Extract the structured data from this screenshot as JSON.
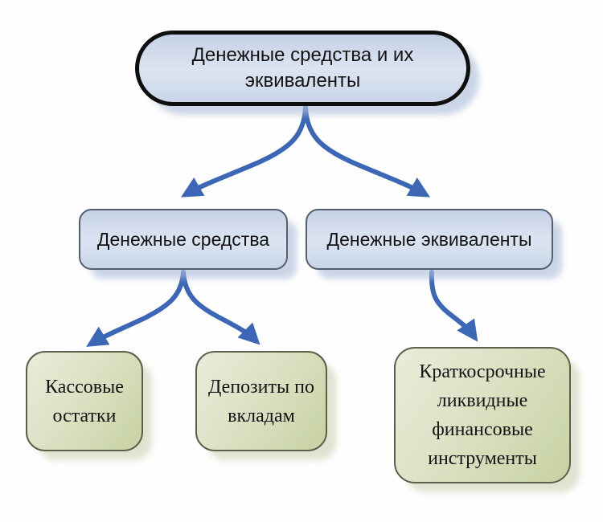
{
  "diagram": {
    "type": "flowchart",
    "language": "ru",
    "nodes": {
      "root": {
        "label": "Денежные средства и их эквиваленты",
        "level": 1,
        "shape": "stadium",
        "fill": "blue"
      },
      "cash": {
        "label": "Денежные средства",
        "level": 2,
        "shape": "rounded-rect",
        "fill": "blue"
      },
      "equivalents": {
        "label": "Денежные эквиваленты",
        "level": 2,
        "shape": "rounded-rect",
        "fill": "blue"
      },
      "cash_balances": {
        "label": "Кассовые остатки",
        "level": 3,
        "shape": "rounded-rect",
        "fill": "green"
      },
      "deposits": {
        "label": "Депозиты по вкладам",
        "level": 3,
        "shape": "rounded-rect",
        "fill": "green"
      },
      "short_term_instruments": {
        "label": "Краткосрочные ликвидные финансовые инструменты",
        "level": 3,
        "shape": "rounded-rect",
        "fill": "green"
      }
    },
    "edges": [
      {
        "from": "root",
        "to": "cash"
      },
      {
        "from": "root",
        "to": "equivalents"
      },
      {
        "from": "cash",
        "to": "cash_balances"
      },
      {
        "from": "cash",
        "to": "deposits"
      },
      {
        "from": "equivalents",
        "to": "short_term_instruments"
      }
    ],
    "colors": {
      "arrow": "#3b67b6",
      "blue_node_fill": "#d2dded",
      "blue_node_shadow": "#adbed8",
      "green_node_fill": "#d6dfbc",
      "green_node_border": "#5a6049",
      "root_border": "#0e0e0e",
      "text": "#141414",
      "background": "#fefefe"
    }
  }
}
